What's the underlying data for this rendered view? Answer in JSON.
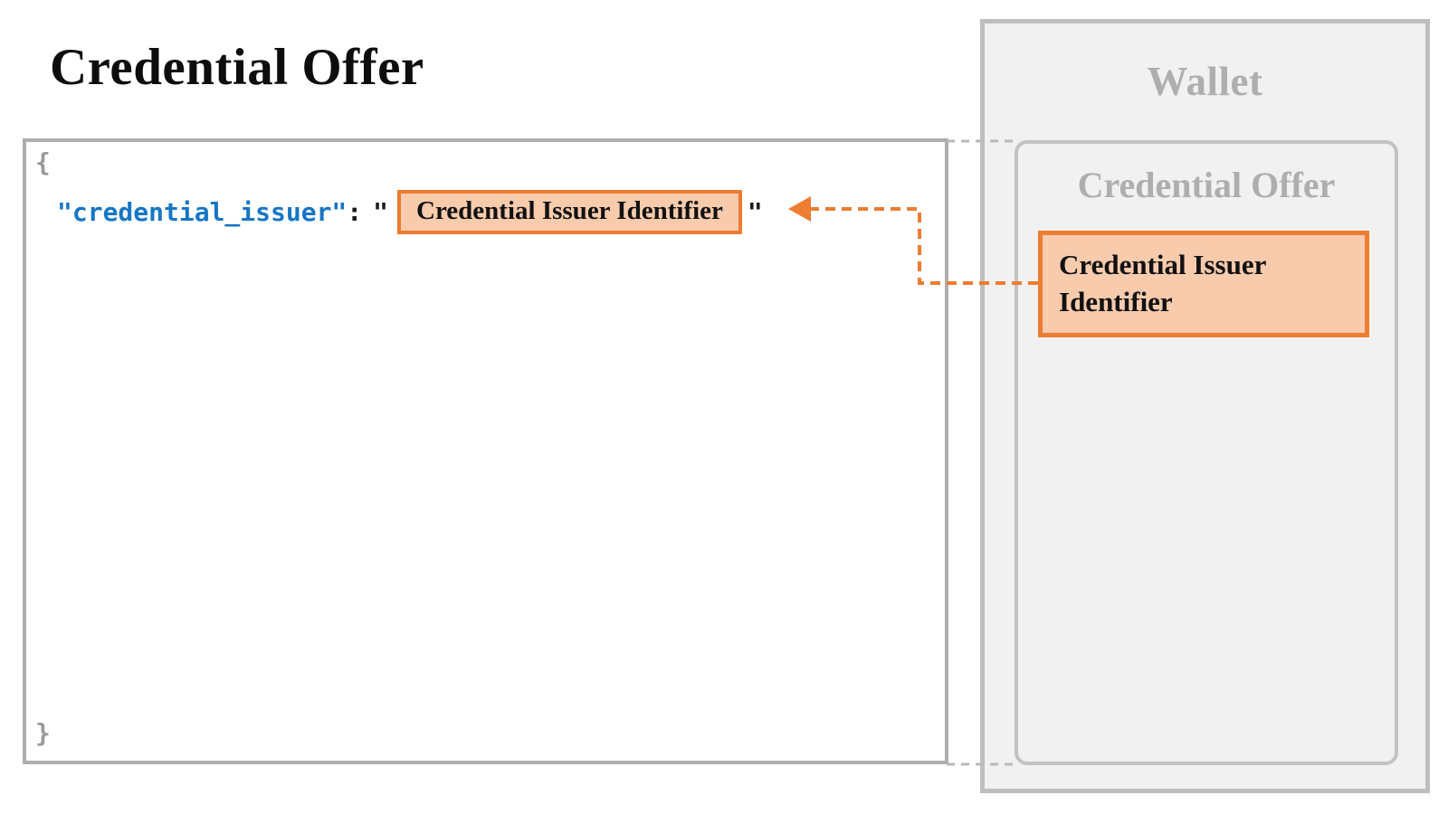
{
  "title": "Credential Offer",
  "json_panel": {
    "open_brace": "{",
    "close_brace": "}",
    "key": "\"credential_issuer\"",
    "colon": ":",
    "open_quote": "\"",
    "close_quote": "\"",
    "value_box_label": "Credential Issuer Identifier"
  },
  "wallet_panel": {
    "title": "Wallet",
    "inner_title": "Credential Offer",
    "item_label": "Credential Issuer Identifier"
  },
  "colors": {
    "accent_orange": "#ed7d31",
    "accent_orange_fill": "#f8cbad",
    "gray_border": "#b9b9b9",
    "gray_text": "#aeaeae",
    "json_key_blue": "#1776c4",
    "brace_gray": "#999999"
  }
}
